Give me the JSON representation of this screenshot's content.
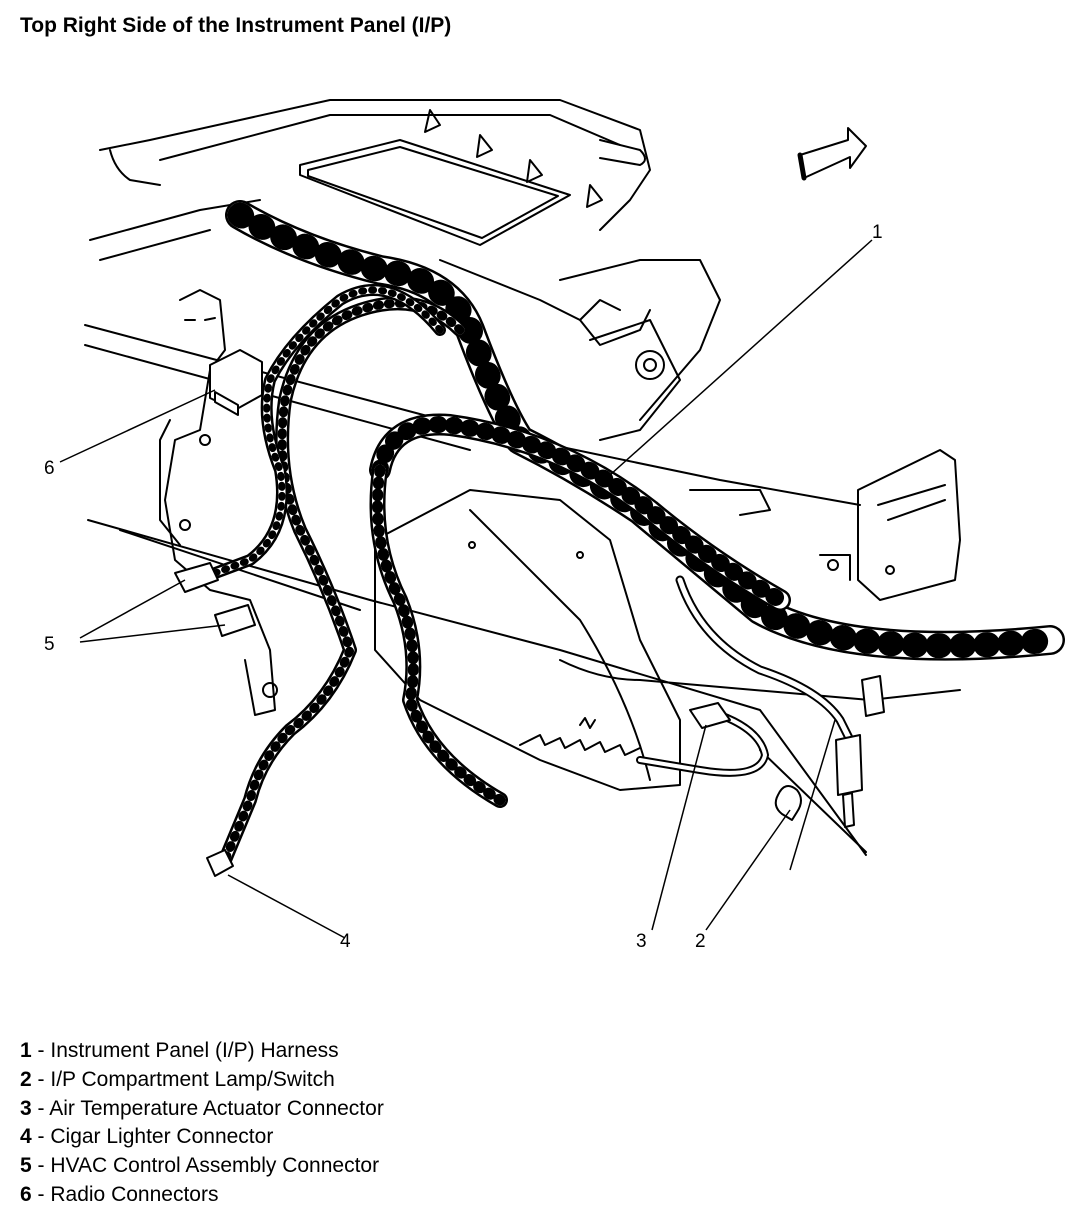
{
  "title": "Top Right Side of the Instrument Panel (I/P)",
  "callouts": {
    "c1": "1",
    "c2": "2",
    "c3": "3",
    "c4": "4",
    "c5": "5",
    "c6": "6"
  },
  "legend": [
    {
      "num": "1",
      "sep": " - ",
      "text": "Instrument Panel (I/P) Harness"
    },
    {
      "num": "2",
      "sep": " - ",
      "text": "I/P Compartment Lamp/Switch"
    },
    {
      "num": "3",
      "sep": " - ",
      "text": "Air Temperature Actuator Connector"
    },
    {
      "num": "4",
      "sep": " - ",
      "text": "Cigar Lighter Connector"
    },
    {
      "num": "5",
      "sep": " - ",
      "text": "HVAC Control Assembly Connector"
    },
    {
      "num": "6",
      "sep": " - ",
      "text": "Radio Connectors"
    }
  ]
}
